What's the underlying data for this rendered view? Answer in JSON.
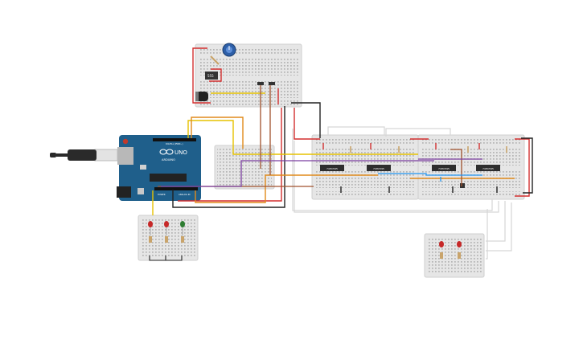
{
  "arduino": {
    "brand": "UNO",
    "maker": "ARDUINO",
    "header_top": "DIGITAL (PWM~)",
    "header_power": "POWER",
    "header_analog": "ANALOG IN"
  },
  "chips": [
    "74HC595",
    "74HC595",
    "74HC595",
    "74HC595"
  ],
  "regulator_label": "555",
  "colors": {
    "board": "#1f5f8b",
    "breadboard": "#e4e4e4",
    "wire_red": "#d32f2f",
    "wire_black": "#222222",
    "wire_yellow": "#e6c200",
    "wire_orange": "#e08a1a",
    "wire_brown": "#a0522d",
    "wire_blue": "#2196f3",
    "wire_purple": "#7b3fa0",
    "wire_white": "#d8d8d8",
    "led_red": "#c62828",
    "led_green": "#2e7d32"
  }
}
